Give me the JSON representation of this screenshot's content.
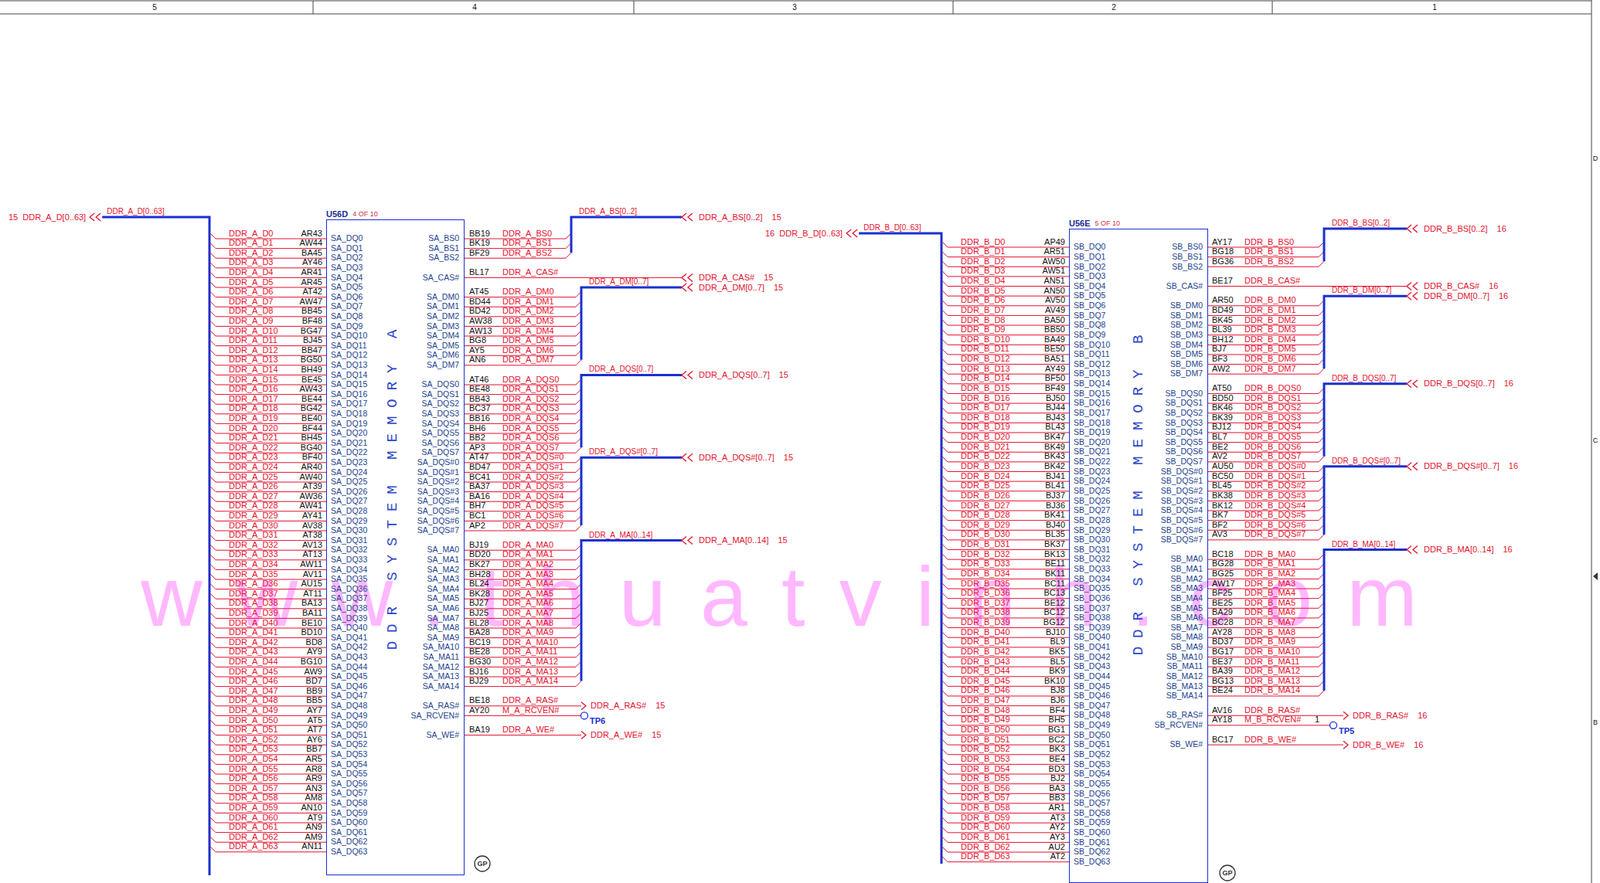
{
  "diagram": {
    "nodes": [
      {
        "text": [
          "U56D",
          "4 OF 10",
          "DDR SYSTEM MEMORY A",
          "SA_DQ0",
          "SA_DQ1",
          "SA_DQ2",
          "SA_DQ3",
          "SA_DQ4",
          "SA_DQ5",
          "SA_DQ6",
          "SA_DQ7",
          "SA_DQ8",
          "SA_DQ9",
          "SA_DQ10",
          "SA_DQ11",
          "SA_DQ12",
          "SA_DQ13",
          "SA_DQ14",
          "SA_DQ15",
          "SA_DQ16",
          "SA_DQ17",
          "SA_DQ18",
          "SA_DQ19",
          "SA_DQ20",
          "SA_DQ21",
          "SA_DQ22",
          "SA_DQ23",
          "SA_DQ24",
          "SA_DQ25",
          "SA_DQ26",
          "SA_DQ27",
          "SA_DQ28",
          "SA_DQ29",
          "SA_DQ30",
          "SA_DQ31",
          "SA_DQ32",
          "SA_DQ33",
          "SA_DQ34",
          "SA_DQ35",
          "SA_DQ36",
          "SA_DQ37",
          "SA_DQ38",
          "SA_DQ39",
          "SA_DQ40",
          "SA_DQ41",
          "SA_DQ42",
          "SA_DQ43",
          "SA_DQ44",
          "SA_DQ45",
          "SA_DQ46",
          "SA_DQ47",
          "SA_DQ48",
          "SA_DQ49",
          "SA_DQ50",
          "SA_DQ51",
          "SA_DQ52",
          "SA_DQ53",
          "SA_DQ54",
          "SA_DQ55",
          "SA_DQ56",
          "SA_DQ57",
          "SA_DQ58",
          "SA_DQ59",
          "SA_DQ60",
          "SA_DQ61",
          "SA_DQ62",
          "SA_DQ63",
          "SA_BS0",
          "SA_BS1",
          "SA_BS2",
          "SA_CAS#",
          "SA_DM0",
          "SA_DM1",
          "SA_DM2",
          "SA_DM3",
          "SA_DM4",
          "SA_DM5",
          "SA_DM6",
          "SA_DM7",
          "SA_DQS0",
          "SA_DQS1",
          "SA_DQS2",
          "SA_DQS3",
          "SA_DQS4",
          "SA_DQS5",
          "SA_DQS6",
          "SA_DQS7",
          "SA_DQS#0",
          "SA_DQS#1",
          "SA_DQS#2",
          "SA_DQS#3",
          "SA_DQS#4",
          "SA_DQS#5",
          "SA_DQS#6",
          "SA_DQS#7",
          "SA_MA0",
          "SA_MA1",
          "SA_MA2",
          "SA_MA3",
          "SA_MA4",
          "SA_MA5",
          "SA_MA6",
          "SA_MA7",
          "SA_MA8",
          "SA_MA9",
          "SA_MA10",
          "SA_MA11",
          "SA_MA12",
          "SA_MA13",
          "SA_MA14",
          "SA_RAS#",
          "SA_RCVEN#",
          "SA_WE#"
        ]
      },
      {
        "text": [
          "U56E",
          "5 OF 10",
          "DDR SYSTEM MEMORY B",
          "SB_DQ0",
          "SB_DQ1",
          "SB_DQ2",
          "SB_DQ3",
          "SB_DQ4",
          "SB_DQ5",
          "SB_DQ6",
          "SB_DQ7",
          "SB_DQ8",
          "SB_DQ9",
          "SB_DQ10",
          "SB_DQ11",
          "SB_DQ12",
          "SB_DQ13",
          "SB_DQ14",
          "SB_DQ15",
          "SB_DQ16",
          "SB_DQ17",
          "SB_DQ18",
          "SB_DQ19",
          "SB_DQ20",
          "SB_DQ21",
          "SB_DQ22",
          "SB_DQ23",
          "SB_DQ24",
          "SB_DQ25",
          "SB_DQ26",
          "SB_DQ27",
          "SB_DQ28",
          "SB_DQ29",
          "SB_DQ30",
          "SB_DQ31",
          "SB_DQ32",
          "SB_DQ33",
          "SB_DQ34",
          "SB_DQ35",
          "SB_DQ36",
          "SB_DQ37",
          "SB_DQ38",
          "SB_DQ39",
          "SB_DQ40",
          "SB_DQ41",
          "SB_DQ42",
          "SB_DQ43",
          "SB_DQ44",
          "SB_DQ45",
          "SB_DQ46",
          "SB_DQ47",
          "SB_DQ48",
          "SB_DQ49",
          "SB_DQ50",
          "SB_DQ51",
          "SB_DQ52",
          "SB_DQ53",
          "SB_DQ54",
          "SB_DQ55",
          "SB_DQ56",
          "SB_DQ57",
          "SB_DQ58",
          "SB_DQ59",
          "SB_DQ60",
          "SB_DQ61",
          "SB_DQ62",
          "SB_DQ63",
          "SB_BS0",
          "SB_BS1",
          "SB_BS2",
          "SB_CAS#",
          "SB_DM0",
          "SB_DM1",
          "SB_DM2",
          "SB_DM3",
          "SB_DM4",
          "SB_DM5",
          "SB_DM6",
          "SB_DM7",
          "SB_DQS0",
          "SB_DQS1",
          "SB_DQS2",
          "SB_DQS3",
          "SB_DQS4",
          "SB_DQS5",
          "SB_DQS6",
          "SB_DQS7",
          "SB_DQS#0",
          "SB_DQS#1",
          "SB_DQS#2",
          "SB_DQS#3",
          "SB_DQS#4",
          "SB_DQS#5",
          "SB_DQS#6",
          "SB_DQS#7",
          "SB_MA0",
          "SB_MA1",
          "SB_MA2",
          "SB_MA3",
          "SB_MA4",
          "SB_MA5",
          "SB_MA6",
          "SB_MA7",
          "SB_MA8",
          "SB_MA9",
          "SB_MA10",
          "SB_MA11",
          "SB_MA12",
          "SB_MA13",
          "SB_MA14",
          "SB_RAS#",
          "SB_RCVEN#",
          "SB_WE#"
        ]
      }
    ],
    "labels": [
      "15",
      "DDR_A_D[0..63]",
      "DDR_A_D[0..63]",
      "DDR_A_D0",
      "AR43",
      "DDR_A_D1",
      "AW44",
      "DDR_A_D2",
      "BA45",
      "DDR_A_D3",
      "AY46",
      "DDR_A_D4",
      "AR41",
      "DDR_A_D5",
      "AR45",
      "DDR_A_D6",
      "AT42",
      "DDR_A_D7",
      "AW47",
      "DDR_A_D8",
      "BB45",
      "DDR_A_D9",
      "BF48",
      "DDR_A_D10",
      "BG47",
      "DDR_A_D11",
      "BJ45",
      "DDR_A_D12",
      "BB47",
      "DDR_A_D13",
      "BG50",
      "DDR_A_D14",
      "BH49",
      "DDR_A_D15",
      "BE45",
      "DDR_A_D16",
      "AW43",
      "DDR_A_D17",
      "BE44",
      "DDR_A_D18",
      "BG42",
      "DDR_A_D19",
      "BE40",
      "DDR_A_D20",
      "BF44",
      "DDR_A_D21",
      "BH45",
      "DDR_A_D22",
      "BG40",
      "DDR_A_D23",
      "BF40",
      "DDR_A_D24",
      "AR40",
      "DDR_A_D25",
      "AW40",
      "DDR_A_D26",
      "AT39",
      "DDR_A_D27",
      "AW36",
      "DDR_A_D28",
      "AW41",
      "DDR_A_D29",
      "AY41",
      "DDR_A_D30",
      "AV38",
      "DDR_A_D31",
      "AT38",
      "DDR_A_D32",
      "AV13",
      "DDR_A_D33",
      "AT13",
      "DDR_A_D34",
      "AW11",
      "DDR_A_D35",
      "AV11",
      "DDR_A_D36",
      "AU15",
      "DDR_A_D37",
      "AT11",
      "DDR_A_D38",
      "BA13",
      "DDR_A_D39",
      "BA11",
      "DDR_A_D40",
      "BE10",
      "DDR_A_D41",
      "BD10",
      "DDR_A_D42",
      "BD8",
      "DDR_A_D43",
      "AY9",
      "DDR_A_D44",
      "BG10",
      "DDR_A_D45",
      "AW9",
      "DDR_A_D46",
      "BD7",
      "DDR_A_D47",
      "BB9",
      "DDR_A_D48",
      "BB5",
      "DDR_A_D49",
      "AY7",
      "DDR_A_D50",
      "AT5",
      "DDR_A_D51",
      "AT7",
      "DDR_A_D52",
      "AY6",
      "DDR_A_D53",
      "BB7",
      "DDR_A_D54",
      "AR5",
      "DDR_A_D55",
      "AR8",
      "DDR_A_D56",
      "AR9",
      "DDR_A_D57",
      "AN3",
      "DDR_A_D58",
      "AM8",
      "DDR_A_D59",
      "AN10",
      "DDR_A_D60",
      "AT9",
      "DDR_A_D61",
      "AN9",
      "DDR_A_D62",
      "AM9",
      "DDR_A_D63",
      "AN11",
      "BB19",
      "DDR_A_BS0",
      "BK19",
      "DDR_A_BS1",
      "BF29",
      "DDR_A_BS2",
      "BL17",
      "DDR_A_CAS#",
      "AT45",
      "DDR_A_DM0",
      "BD44",
      "DDR_A_DM1",
      "BD42",
      "DDR_A_DM2",
      "AW38",
      "DDR_A_DM3",
      "AW13",
      "DDR_A_DM4",
      "BG8",
      "DDR_A_DM5",
      "AY5",
      "DDR_A_DM6",
      "AN6",
      "DDR_A_DM7",
      "AT46",
      "DDR_A_DQS0",
      "BE48",
      "DDR_A_DQS1",
      "BB43",
      "DDR_A_DQS2",
      "BC37",
      "DDR_A_DQS3",
      "BB16",
      "DDR_A_DQS4",
      "BH6",
      "DDR_A_DQS5",
      "BB2",
      "DDR_A_DQS6",
      "AP3",
      "DDR_A_DQS7",
      "AT47",
      "DDR_A_DQS#0",
      "BD47",
      "DDR_A_DQS#1",
      "BC41",
      "DDR_A_DQS#2",
      "BA37",
      "DDR_A_DQS#3",
      "BA16",
      "DDR_A_DQS#4",
      "BH7",
      "DDR_A_DQS#5",
      "BC1",
      "DDR_A_DQS#6",
      "AP2",
      "DDR_A_DQS#7",
      "BJ19",
      "DDR_A_MA0",
      "BD20",
      "DDR_A_MA1",
      "BK27",
      "DDR_A_MA2",
      "BH28",
      "DDR_A_MA3",
      "BL24",
      "DDR_A_MA4",
      "BK28",
      "DDR_A_MA5",
      "BJ27",
      "DDR_A_MA6",
      "BJ25",
      "DDR_A_MA7",
      "BL28",
      "DDR_A_MA8",
      "BA28",
      "DDR_A_MA9",
      "BC19",
      "DDR_A_MA10",
      "BE28",
      "DDR_A_MA11",
      "BG30",
      "DDR_A_MA12",
      "BJ16",
      "DDR_A_MA13",
      "BJ29",
      "DDR_A_MA14",
      "BE18",
      "DDR_A_RAS#",
      "AY20",
      "M_A_RCVEN#",
      "BA19",
      "DDR_A_WE#",
      "DDR_A_BS[0..2]",
      "DDR_A_BS[0..2]",
      "15",
      "DDR_A_CAS#",
      "15",
      "DDR_A_DM[0..7]",
      "DDR_A_DM[0..7]",
      "15",
      "DDR_A_DQS[0..7]",
      "DDR_A_DQS[0..7]",
      "15",
      "DDR_A_DQS#[0..7]",
      "DDR_A_DQS#[0..7]",
      "15",
      "DDR_A_MA[0..14]",
      "DDR_A_MA[0..14]",
      "15",
      "DDR_A_RAS#",
      "15",
      "TP6",
      "DDR_A_WE#",
      "15",
      "GP",
      "16",
      "DDR_B_D[0..63]",
      "DDR_B_D[0..63]",
      "DDR_B_D0",
      "AP49",
      "DDR_B_D1",
      "AR51",
      "DDR_B_D2",
      "AW50",
      "DDR_B_D3",
      "AW51",
      "DDR_B_D4",
      "AN51",
      "DDR_B_D5",
      "AN50",
      "DDR_B_D6",
      "AV50",
      "DDR_B_D7",
      "AV49",
      "DDR_B_D8",
      "BA50",
      "DDR_B_D9",
      "BB50",
      "DDR_B_D10",
      "BA49",
      "DDR_B_D11",
      "BE50",
      "DDR_B_D12",
      "BA51",
      "DDR_B_D13",
      "AY49",
      "DDR_B_D14",
      "BF50",
      "DDR_B_D15",
      "BF49",
      "DDR_B_D16",
      "BJ50",
      "DDR_B_D17",
      "BJ44",
      "DDR_B_D18",
      "BJ43",
      "DDR_B_D19",
      "BL43",
      "DDR_B_D20",
      "BK47",
      "DDR_B_D21",
      "BK49",
      "DDR_B_D22",
      "BK43",
      "DDR_B_D23",
      "BK42",
      "DDR_B_D24",
      "BJ41",
      "DDR_B_D25",
      "BL41",
      "DDR_B_D26",
      "BJ37",
      "DDR_B_D27",
      "BJ36",
      "DDR_B_D28",
      "BK41",
      "DDR_B_D29",
      "BJ40",
      "DDR_B_D30",
      "BL35",
      "DDR_B_D31",
      "BK37",
      "DDR_B_D32",
      "BK13",
      "DDR_B_D33",
      "BE11",
      "DDR_B_D34",
      "BK11",
      "DDR_B_D35",
      "BC11",
      "DDR_B_D36",
      "BC13",
      "DDR_B_D37",
      "BE12",
      "DDR_B_D38",
      "BC12",
      "DDR_B_D39",
      "BG12",
      "DDR_B_D40",
      "BJ10",
      "DDR_B_D41",
      "BL9",
      "DDR_B_D42",
      "BK5",
      "DDR_B_D43",
      "BL5",
      "DDR_B_D44",
      "BK9",
      "DDR_B_D45",
      "BK10",
      "DDR_B_D46",
      "BJ8",
      "DDR_B_D47",
      "BJ6",
      "DDR_B_D48",
      "BF4",
      "DDR_B_D49",
      "BH5",
      "DDR_B_D50",
      "BG1",
      "DDR_B_D51",
      "BC2",
      "DDR_B_D52",
      "BK3",
      "DDR_B_D53",
      "BE4",
      "DDR_B_D54",
      "BD3",
      "DDR_B_D55",
      "BJ2",
      "DDR_B_D56",
      "BA3",
      "DDR_B_D57",
      "BB3",
      "DDR_B_D58",
      "AR1",
      "DDR_B_D59",
      "AT3",
      "DDR_B_D60",
      "AY2",
      "DDR_B_D61",
      "AY3",
      "DDR_B_D62",
      "AU2",
      "DDR_B_D63",
      "AT2",
      "AY17",
      "DDR_B_BS0",
      "BG18",
      "DDR_B_BS1",
      "BG36",
      "DDR_B_BS2",
      "BE17",
      "DDR_B_CAS#",
      "AR50",
      "DDR_B_DM0",
      "BD49",
      "DDR_B_DM1",
      "BK45",
      "DDR_B_DM2",
      "BL39",
      "DDR_B_DM3",
      "BH12",
      "DDR_B_DM4",
      "BJ7",
      "DDR_B_DM5",
      "BF3",
      "DDR_B_DM6",
      "AW2",
      "DDR_B_DM7",
      "AT50",
      "DDR_B_DQS0",
      "BD50",
      "DDR_B_DQS1",
      "BK46",
      "DDR_B_DQS2",
      "BK39",
      "DDR_B_DQS3",
      "BJ12",
      "DDR_B_DQS4",
      "BL7",
      "DDR_B_DQS5",
      "BE2",
      "DDR_B_DQS6",
      "AV2",
      "DDR_B_DQS7",
      "AU50",
      "DDR_B_DQS#0",
      "BC50",
      "DDR_B_DQS#1",
      "BL45",
      "DDR_B_DQS#2",
      "BK38",
      "DDR_B_DQS#3",
      "BK12",
      "DDR_B_DQS#4",
      "BK7",
      "DDR_B_DQS#5",
      "BF2",
      "DDR_B_DQS#6",
      "AV3",
      "DDR_B_DQS#7",
      "BC18",
      "DDR_B_MA0",
      "BG28",
      "DDR_B_MA1",
      "BG25",
      "DDR_B_MA2",
      "AW17",
      "DDR_B_MA3",
      "BF25",
      "DDR_B_MA4",
      "BE25",
      "DDR_B_MA5",
      "BA29",
      "DDR_B_MA6",
      "BC28",
      "DDR_B_MA7",
      "AY28",
      "DDR_B_MA8",
      "BD37",
      "DDR_B_MA9",
      "BG17",
      "DDR_B_MA10",
      "BE37",
      "DDR_B_MA11",
      "BA39",
      "DDR_B_MA12",
      "BG13",
      "DDR_B_MA13",
      "BE24",
      "DDR_B_MA14",
      "AV16",
      "DDR_B_RAS#",
      "AY18",
      "M_B_RCVEN#",
      "BC17",
      "DDR_B_WE#",
      "DDR_B_BS[0..2]",
      "DDR_B_BS[0..2]",
      "16",
      "DDR_B_CAS#",
      "16",
      "DDR_B_DM[0..7]",
      "DDR_B_DM[0..7]",
      "16",
      "DDR_B_DQS[0..7]",
      "DDR_B_DQS[0..7]",
      "16",
      "DDR_B_DQS#[0..7]",
      "DDR_B_DQS#[0..7]",
      "16",
      "DDR_B_MA[0..14]",
      "DDR_B_MA[0..14]",
      "16",
      "DDR_B_RAS#",
      "16",
      "1",
      "TP5",
      "DDR_B_WE#",
      "16",
      "GP",
      "5",
      "4",
      "3",
      "2",
      "1",
      "D",
      "C",
      "B",
      "www.thuatvinh.com"
    ]
  }
}
